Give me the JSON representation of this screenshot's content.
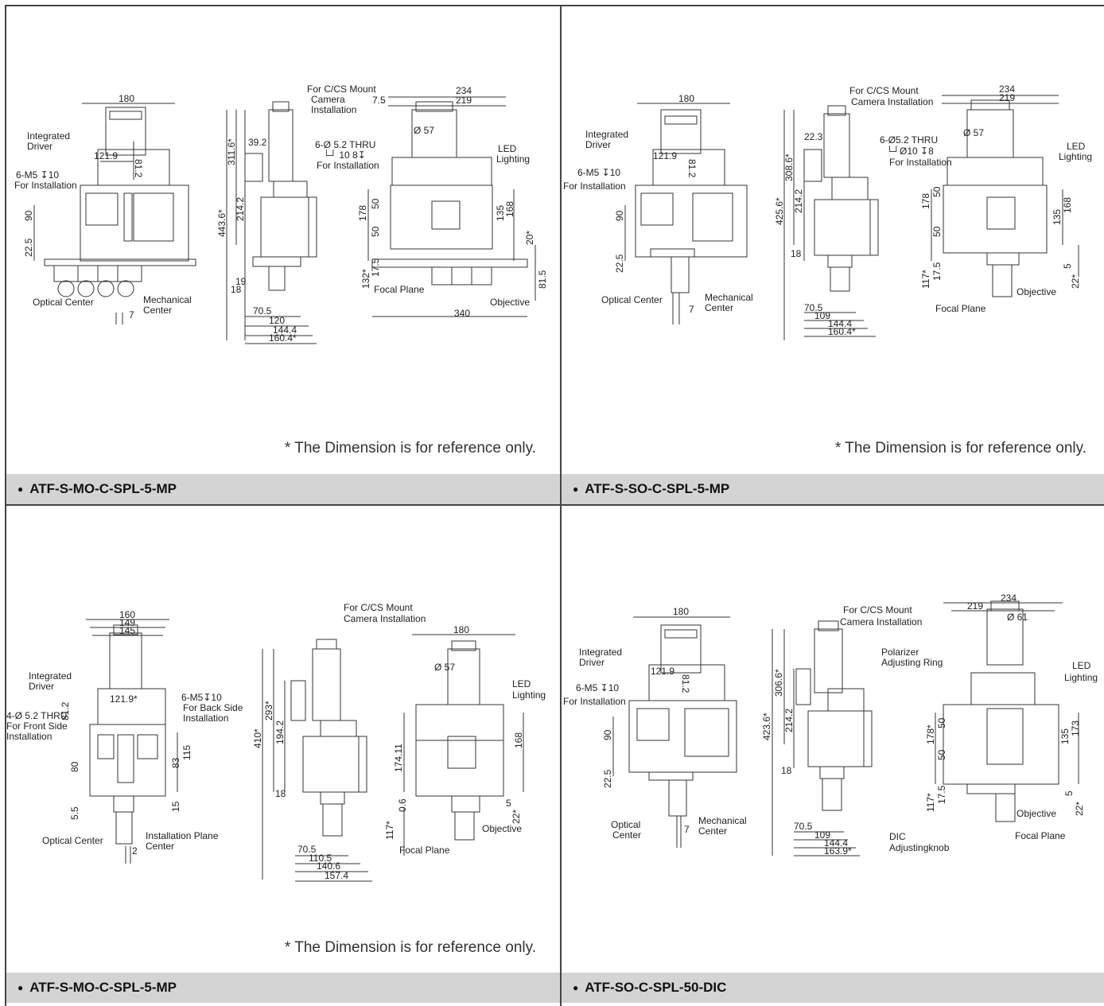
{
  "note": "* The Dimension is for reference only.",
  "panels": [
    {
      "caption": "ATF-S-MO-C-SPL-5-MP",
      "labels": {
        "front_width": "180",
        "front_inner": "121.9",
        "front_v": "81.2",
        "integrated": "Integrated",
        "driver": "Driver",
        "m5": "6-M5 ↧10",
        "for_install": "For Installation",
        "d90": "90",
        "d225": "22.5",
        "optical_center": "Optical Center",
        "mechanical": "Mechanical",
        "center": "Center",
        "seven": "7",
        "cmount1": "For C/CS Mount",
        "cmount2": "Camera",
        "cmount3": "Installation",
        "h1": "443.6*",
        "h2": "311.6*",
        "h3": "214.2",
        "w392": "39.2",
        "b1": "70.5",
        "b2": "120",
        "b3": "144.4",
        "b4": "160.4*",
        "s19": "19",
        "s18": "18",
        "w234": "234",
        "w219": "219",
        "w75": "7.5",
        "phi57": "Ø 57",
        "thru1": "6-Ø 5.2 THRU",
        "thru2": "└┘ 10 8↧",
        "thru3": "For Installation",
        "led1": "LED",
        "led2": "Lighting",
        "r178": "178",
        "r50a": "50",
        "r50b": "50",
        "r175": "17.5",
        "r132": "132*",
        "r135": "135",
        "r168": "168",
        "r20": "20*",
        "r815": "81.5",
        "focal": "Focal Plane",
        "objective": "Objective",
        "w340": "340"
      }
    },
    {
      "caption": "ATF-S-SO-C-SPL-5-MP",
      "labels": {
        "front_width": "180",
        "front_inner": "121.9",
        "front_v": "81.2",
        "integrated": "Integrated",
        "driver": "Driver",
        "m5": "6-M5 ↧10",
        "for_install": "For Installation",
        "d90": "90",
        "d225": "22.5",
        "optical_center": "Optical Center",
        "mechanical": "Mechanical",
        "center": "Center",
        "seven": "7",
        "cmount1": "For C/CS Mount",
        "cmount2": "Camera Installation",
        "h1": "425.6*",
        "h2": "308.6*",
        "h3": "214.2",
        "w223": "22.3",
        "b1": "70.5",
        "b2": "109",
        "b3": "144.4",
        "b4": "160.4*",
        "s18": "18",
        "w234": "234",
        "w219": "219",
        "phi57": "Ø 57",
        "thru1": "6-Ø5.2 THRU",
        "thru2": "└┘Ø10 ↧8",
        "thru3": "For Installation",
        "led1": "LED",
        "led2": "Lighting",
        "r178": "178",
        "r50a": "50",
        "r50b": "50",
        "r175": "17.5",
        "r117": "117*",
        "r135": "135",
        "r168": "168",
        "r5": "5",
        "r22": "22*",
        "focal": "Focal Plane",
        "objective": "Objective"
      }
    },
    {
      "caption": "ATF-S-MO-C-SPL-5-MP",
      "labels": {
        "w160": "160",
        "w149": "149",
        "w145": "145",
        "front_inner": "121.9*",
        "front_v": "81.2",
        "integrated": "Integrated",
        "driver": "Driver",
        "m5a": "6-M5↧10",
        "m5b": "For Back Side",
        "m5c": "Installation",
        "thru1": "4-Ø 5.2 THRU",
        "thru2": "For Front Side",
        "thru3": "Installation",
        "d80": "80",
        "d55": "5.5",
        "d83": "83",
        "d115": "115",
        "d15": "15",
        "optical_center": "Optical Center",
        "inst_plane": "Installation Plane",
        "center": "Center",
        "two": "2",
        "cmount1": "For C/CS Mount",
        "cmount2": "Camera Installation",
        "h410": "410*",
        "h293": "293*",
        "h194": "194.2",
        "s18": "18",
        "b1": "70.5",
        "b2": "110.5",
        "b3": "140.6",
        "b4": "157.4",
        "w180": "180",
        "phi57": "Ø 57",
        "led1": "LED",
        "led2": "Lighting",
        "r17411": "174.11",
        "r168": "168",
        "r06": "0.6",
        "r117": "117*",
        "r5": "5",
        "r22": "22*",
        "focal": "Focal Plane",
        "objective": "Objective"
      }
    },
    {
      "caption": "ATF-SO-C-SPL-50-DIC",
      "labels": {
        "front_width": "180",
        "front_inner": "121.9",
        "front_v": "81.2",
        "integrated": "Integrated",
        "driver": "Driver",
        "m5": "6-M5 ↧10",
        "for_install": "For Installation",
        "d90": "90",
        "d225": "22.5",
        "optical": "Optical",
        "center": "Center",
        "mechanical": "Mechanical",
        "seven": "7",
        "cmount1": "For C/CS Mount",
        "cmount2": "Camera Installation",
        "h1": "423.6*",
        "h2": "306.6*",
        "h3": "214.2",
        "s18": "18",
        "b1": "70.5",
        "b2": "109",
        "b3": "144.4",
        "b4": "163.9*",
        "w234": "234",
        "w219": "219",
        "phi61": "Ø 61",
        "pol1": "Polarizer",
        "pol2": "Adjusting Ring",
        "led1": "LED",
        "led2": "Lighting",
        "r178": "178*",
        "r50a": "50",
        "r50b": "50",
        "r175": "17.5",
        "r117": "117*",
        "r135": "135",
        "r173": "173",
        "r5": "5",
        "r22": "22*",
        "dic1": "DIC",
        "dic2": "Adjustingknob",
        "objective": "Objective",
        "focal": "Focal Plane"
      }
    }
  ]
}
